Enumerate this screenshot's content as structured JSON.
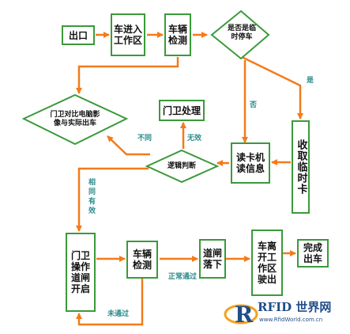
{
  "nodes": {
    "exit": "出口",
    "enter": "车进入工作区",
    "detect1": "车辆检测",
    "temp_decision": "是否是临时停车",
    "take_card": "收取临时卡",
    "guard_compare": "门卫对比电脑影像与实际出车",
    "guard_handle": "门卫处理",
    "logic_judge": "逻辑判断",
    "card_reader": "读卡机读信息",
    "gate_open": "门卫操作道闸开启",
    "detect2": "车辆检测",
    "gate_down": "道闸落下",
    "leave_area": "车离开工作区驶出",
    "done": "完成出车"
  },
  "edges": {
    "yes": "是",
    "no": "否",
    "different": "不同",
    "invalid": "无效",
    "same_valid": "相同有效",
    "normal_pass": "正常通过",
    "not_passed": "未通过"
  },
  "watermark": {
    "title": "RFID 世界网",
    "url": "www.RfidWorld.com.cn"
  },
  "colors": {
    "border": "#3a9a3a",
    "arrow": "#f47a1a"
  }
}
